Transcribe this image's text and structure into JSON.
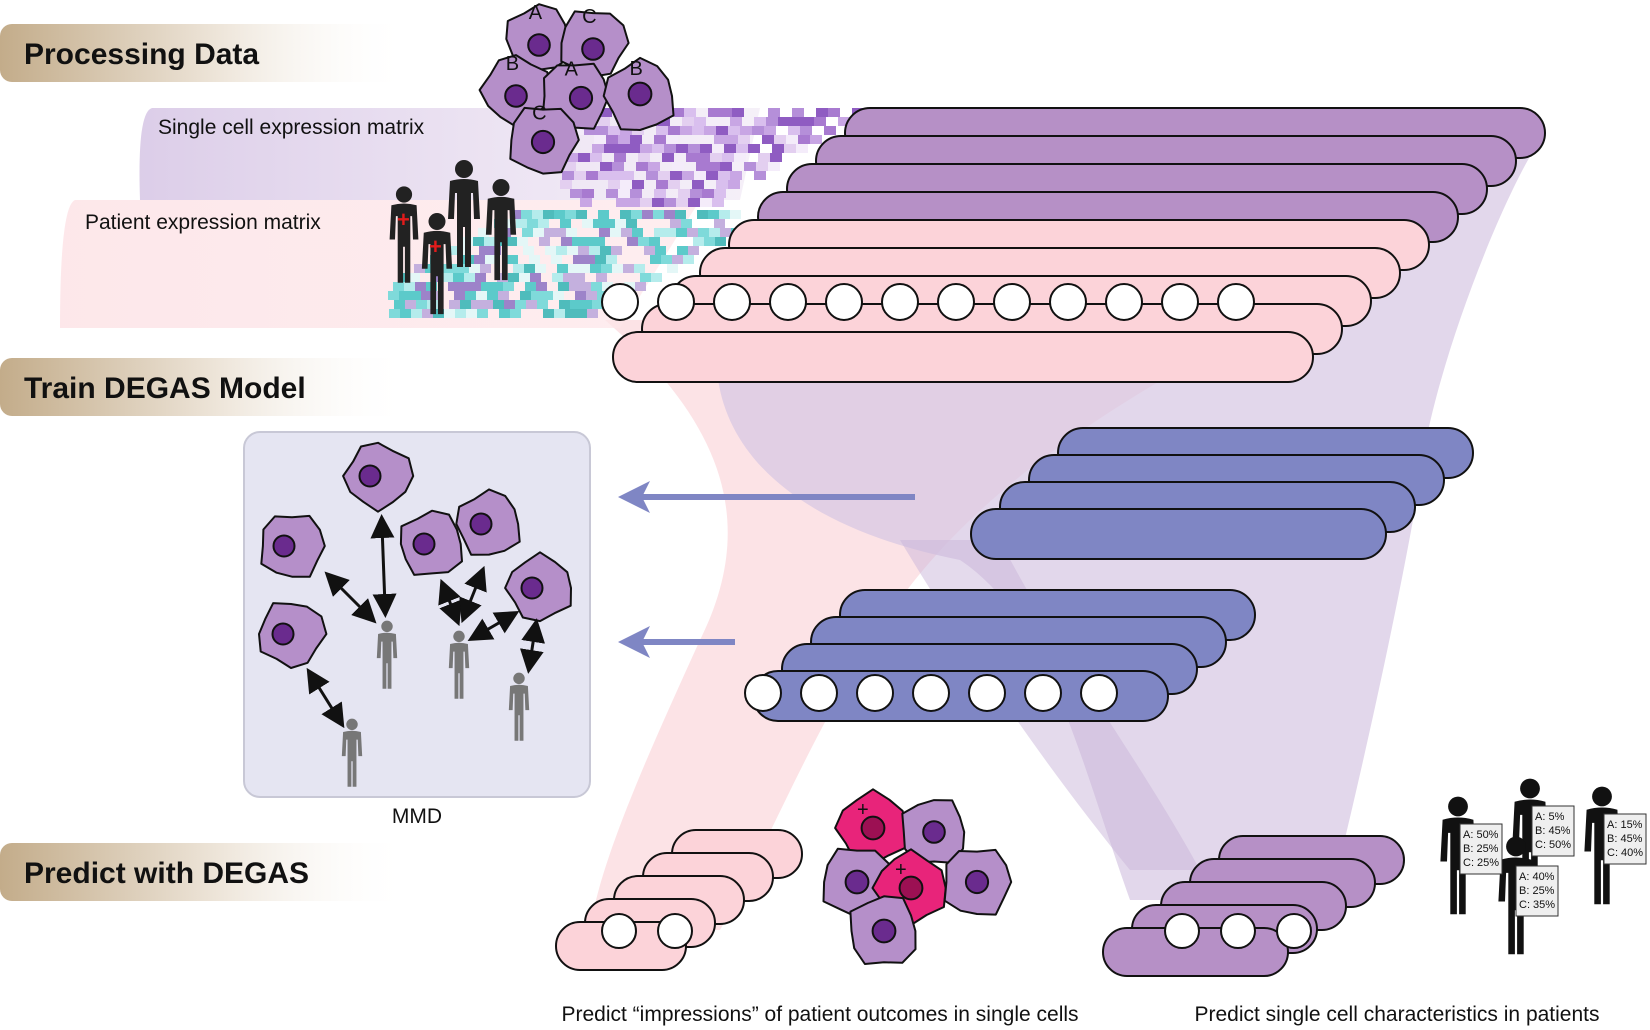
{
  "sections": {
    "processing": "Processing Data",
    "train": "Train DEGAS Model",
    "predict": "Predict with DEGAS"
  },
  "labels": {
    "single_cell_matrix": "Single cell expression matrix",
    "patient_matrix": "Patient expression matrix",
    "mmd": "MMD"
  },
  "cell_letters": [
    "A",
    "C",
    "B",
    "A",
    "B",
    "C"
  ],
  "captions": {
    "left": "Predict “impressions” of patient outcomes in single cells",
    "right": "Predict single cell characteristics in patients"
  },
  "patient_cards": [
    {
      "a": "A: 50%",
      "b": "B: 25%",
      "c": "C: 25%"
    },
    {
      "a": "A: 5%",
      "b": "B: 45%",
      "c": "C: 50%"
    },
    {
      "a": "A: 15%",
      "b": "B: 45%",
      "c": "C: 40%"
    },
    {
      "a": "A: 40%",
      "b": "B: 25%",
      "c": "C: 35%"
    }
  ],
  "colors": {
    "cell_fill": "#b58fc9",
    "cell_nucleus": "#6a2b8e",
    "layer_purple": "#b690c6",
    "layer_pink": "#fcd3d9",
    "layer_blue": "#7f86c4",
    "cell_magenta": "#e8247a",
    "matrix_teal": "#6fd3d3",
    "banner_tan": "#c9b699"
  }
}
